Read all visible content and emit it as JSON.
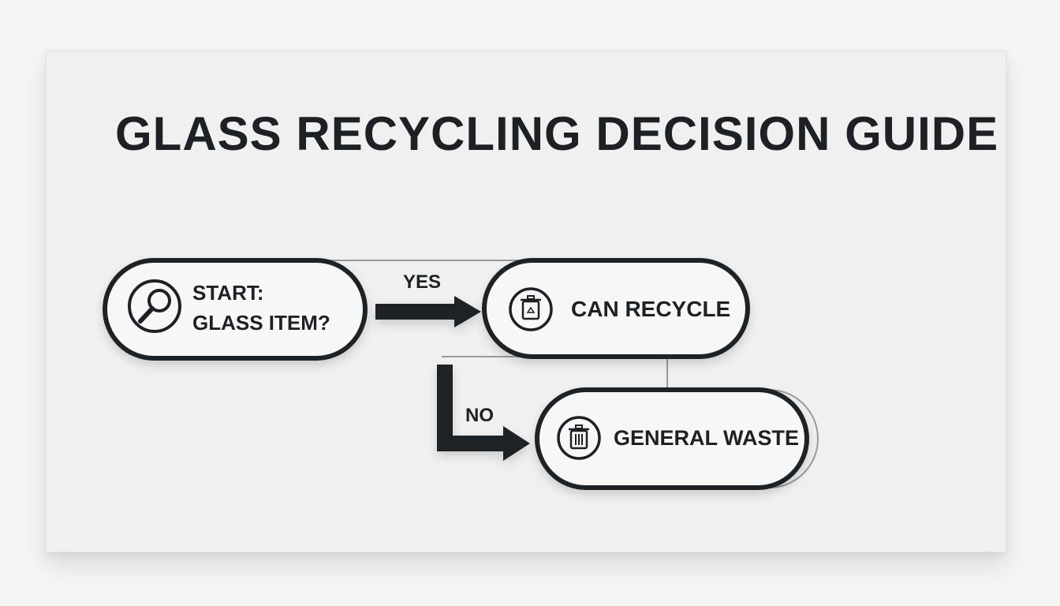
{
  "title": "GLASS RECYCLING DECISION GUIDE",
  "nodes": {
    "start": {
      "line1": "START:",
      "line2": "GLASS ITEM?",
      "icon": "magnifier-icon"
    },
    "recycle": {
      "label": "CAN RECYCLE",
      "icon": "recycle-bin-icon"
    },
    "waste": {
      "label": "GENERAL WASTE",
      "icon": "trash-bin-icon"
    }
  },
  "edges": {
    "yes": "YES",
    "no": "NO"
  },
  "colors": {
    "ink": "#1d2125",
    "panel": "#f0f0f0",
    "background": "#f5f5f5",
    "node_fill": "#f7f7f7"
  }
}
